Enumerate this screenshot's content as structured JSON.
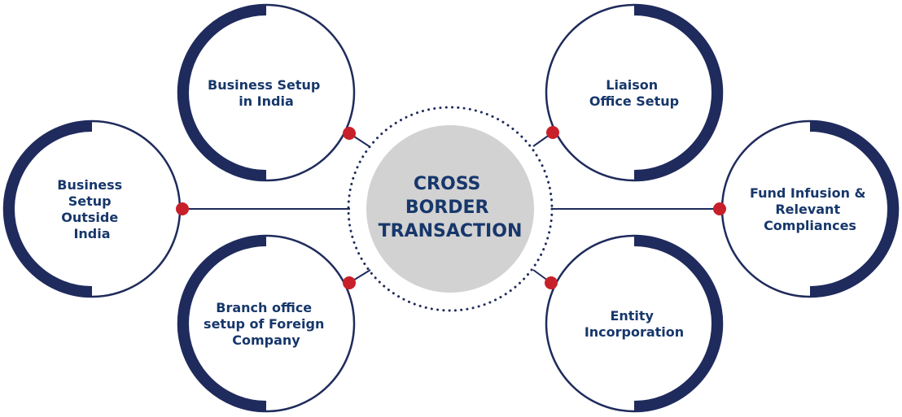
{
  "colors": {
    "navy": "#1f2b5c",
    "text": "#17376b",
    "connector": "#c8202a",
    "center_fill": "#d2d2d2",
    "dots": "#1f2b5c"
  },
  "center": {
    "lines": [
      "CROSS",
      "BORDER",
      "TRANSACTION"
    ]
  },
  "nodes": [
    {
      "id": "business-setup-in-india",
      "lines": [
        "Business Setup",
        "in India"
      ]
    },
    {
      "id": "business-setup-outside-india",
      "lines": [
        "Business",
        "Setup",
        "Outside",
        "India"
      ]
    },
    {
      "id": "branch-office-setup",
      "lines": [
        "Branch office",
        "setup of Foreign",
        "Company"
      ]
    },
    {
      "id": "liaison-office-setup",
      "lines": [
        "Liaison",
        "Office Setup"
      ]
    },
    {
      "id": "fund-infusion",
      "lines": [
        "Fund Infusion &",
        "Relevant",
        "Compliances"
      ]
    },
    {
      "id": "entity-incorporation",
      "lines": [
        "Entity",
        "Incorporation"
      ]
    }
  ]
}
